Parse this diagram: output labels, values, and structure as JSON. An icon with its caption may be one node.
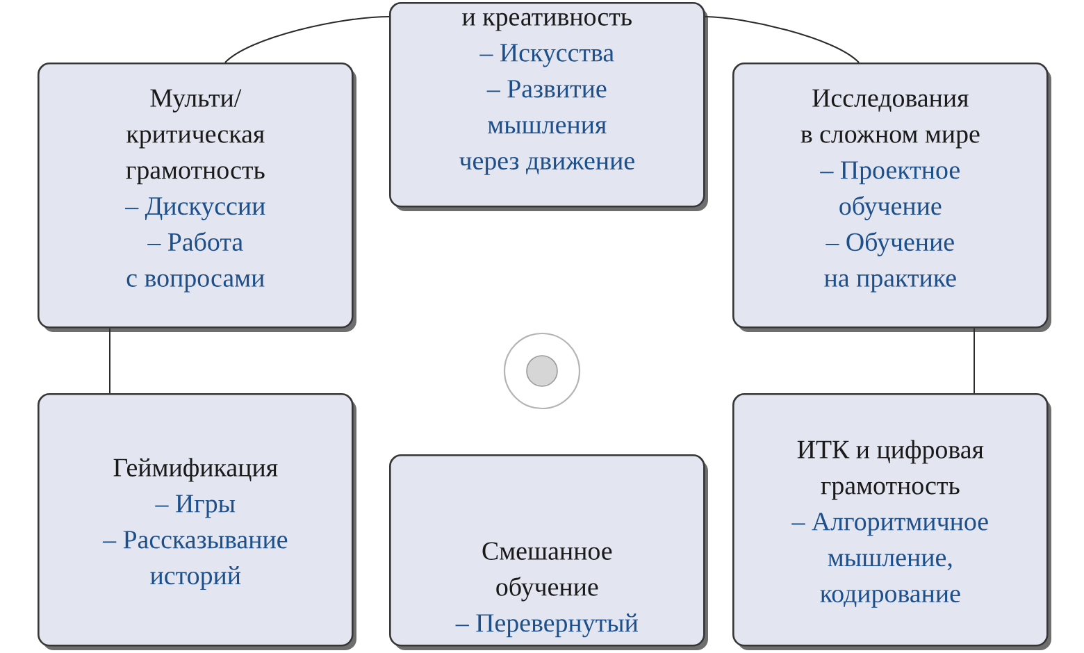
{
  "diagram": {
    "nodes": [
      {
        "text": [
          "и креативность",
          "– Искусства",
          "– Развитие мышления через движение"
        ]
      },
      {
        "text": [
          "Мульти/ критическая грамотность",
          "– Дискуссии",
          "– Работа с вопросами"
        ]
      },
      {
        "text": [
          "Исследования в сложном мире",
          "– Проектное обучение",
          "– Обучение на практике"
        ]
      },
      {
        "text": [
          "Геймификация",
          "– Игры",
          "– Рассказывание историй"
        ]
      },
      {
        "text": [
          "Смешанное обучение",
          "– Перевернутый"
        ]
      },
      {
        "text": [
          "ИТК и цифровая грамотность",
          "– Алгоритмичное мышление, кодирование"
        ]
      }
    ],
    "edges": [
      {
        "from": 1,
        "to": 0,
        "arrow": "none"
      },
      {
        "from": 0,
        "to": 2,
        "arrow": "none"
      },
      {
        "from": 1,
        "to": 3,
        "arrow": "none"
      },
      {
        "from": 2,
        "to": 5,
        "arrow": "none"
      }
    ]
  }
}
